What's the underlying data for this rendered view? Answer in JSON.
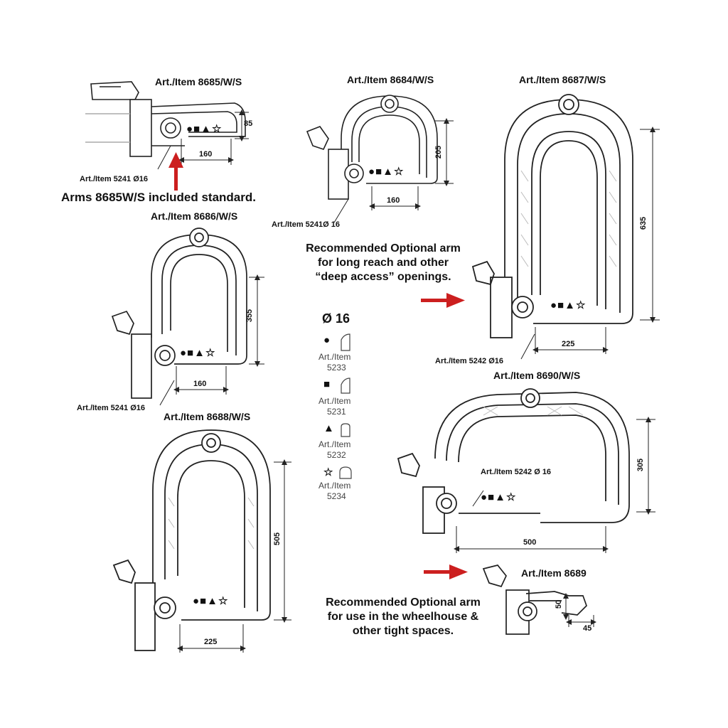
{
  "arms": {
    "a8685": {
      "title": "Art./Item 8685/W/S",
      "tip": "Art./Item 5241   Ø16",
      "dim_w": "160",
      "dim_h": "85"
    },
    "a8684": {
      "title": "Art./Item 8684/W/S",
      "tip": "Art./Item 5241Ø   16",
      "dim_w": "160",
      "dim_h": "205"
    },
    "a8687": {
      "title": "Art./Item 8687/W/S",
      "tip": "Art./Item 5242  Ø16",
      "dim_w": "225",
      "dim_h": "635"
    },
    "a8686": {
      "title": "Art./Item 8686/W/S",
      "tip": "Art./Item 5241   Ø16",
      "dim_w": "160",
      "dim_h": "355"
    },
    "a8688": {
      "title": "Art./Item 8688/W/S",
      "dim_w": "225",
      "dim_h": "505"
    },
    "a8690": {
      "title": "Art./Item 8690/W/S",
      "tip": "Art./Item 5242 Ø 16",
      "dim_w": "500",
      "dim_h": "305"
    },
    "a8689": {
      "title": "Art./Item 8689",
      "dim_w": "45",
      "dim_h": "50"
    }
  },
  "symbols": "●■▲☆",
  "notes": {
    "standard": "Arms 8685W/S  included standard.",
    "long_reach": "Recommended Optional arm for long reach and other “deep access” openings.",
    "tight": "Recommended Optional arm for use in the wheelhouse & other tight spaces."
  },
  "legend": {
    "title": "Ø 16",
    "items": [
      {
        "symbol": "●",
        "label": "Art./Item",
        "code": "5233"
      },
      {
        "symbol": "■",
        "label": "Art./Item",
        "code": "5231"
      },
      {
        "symbol": "▲",
        "label": "Art./Item",
        "code": "5232"
      },
      {
        "symbol": "☆",
        "label": "Art./Item",
        "code": "5234"
      }
    ]
  },
  "colors": {
    "arrow": "#cc1f1f",
    "line": "#222222",
    "hatch": "#bbbbbb"
  }
}
